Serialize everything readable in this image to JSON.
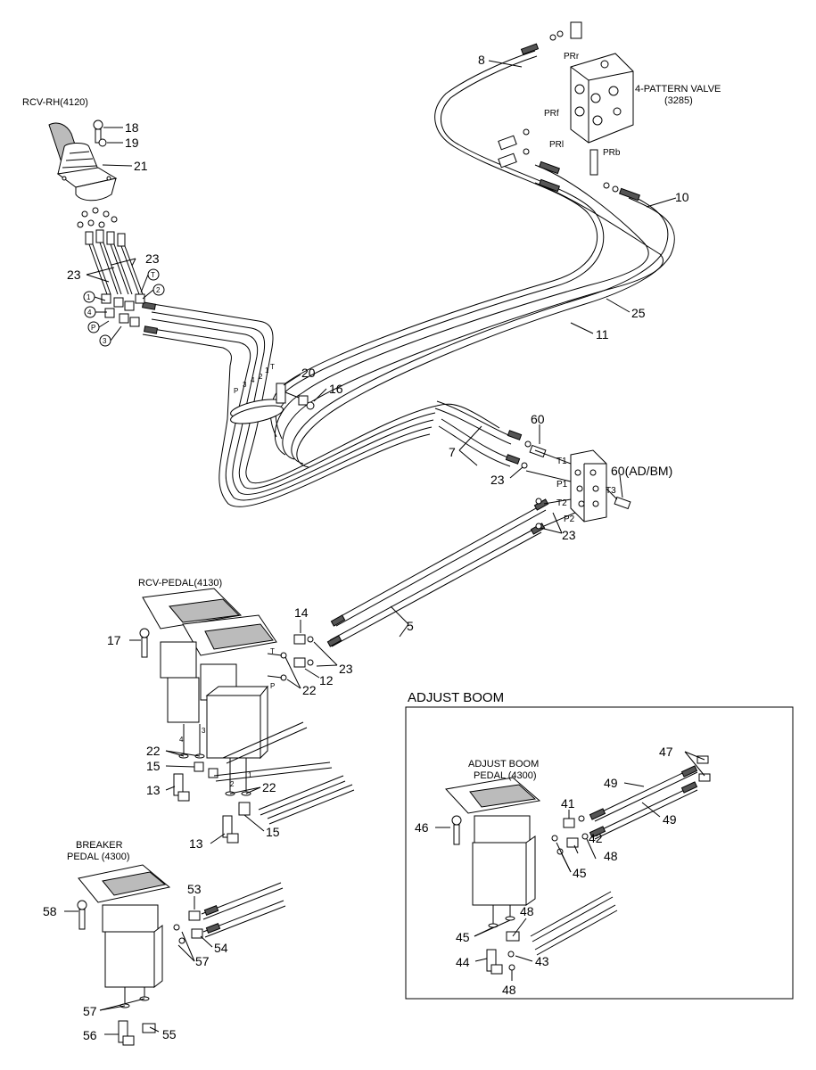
{
  "titles": {
    "rcv_rh": "RCV-RH(4120)",
    "pattern_valve_line1": "4-PATTERN VALVE",
    "pattern_valve_line2": "(3285)",
    "rcv_pedal": "RCV-PEDAL(4130)",
    "breaker_line1": "BREAKER",
    "breaker_line2": "PEDAL (4300)",
    "adjust_boom": "ADJUST BOOM",
    "adjust_pedal_line1": "ADJUST BOOM",
    "adjust_pedal_line2": "PEDAL (4300)"
  },
  "ports": {
    "prr": "PRr",
    "prf": "PRf",
    "prl": "PRl",
    "prb": "PRb",
    "t1": "T1",
    "t2": "T2",
    "t3": "T3",
    "p1": "P1",
    "p2": "P2",
    "p": "P",
    "t": "T",
    "n1": "1",
    "n2": "2",
    "n3": "3",
    "n4": "4"
  },
  "callouts": {
    "c8": "8",
    "c10": "10",
    "c11": "11",
    "c25": "25",
    "c18": "18",
    "c19": "19",
    "c21": "21",
    "c23a": "23",
    "c23b": "23",
    "c23c": "23",
    "c23d": "23",
    "c23e": "23",
    "c20": "20",
    "c16": "16",
    "c7": "7",
    "c60": "60",
    "c60ad": "60(AD/BM)",
    "c5": "5",
    "c14": "14",
    "c12": "12",
    "c17": "17",
    "c22a": "22",
    "c22b": "22",
    "c22c": "22",
    "c15a": "15",
    "c15b": "15",
    "c13a": "13",
    "c13b": "13",
    "c53": "53",
    "c54": "54",
    "c57a": "57",
    "c57b": "57",
    "c58": "58",
    "c56": "56",
    "c55": "55",
    "c47": "47",
    "c49a": "49",
    "c49b": "49",
    "c41": "41",
    "c46": "46",
    "c42": "42",
    "c48a": "48",
    "c48b": "48",
    "c48c": "48",
    "c45a": "45",
    "c45b": "45",
    "c44": "44",
    "c43": "43"
  },
  "hose_marks": {
    "m1": "1",
    "m2": "2",
    "m3": "3",
    "m4": "4",
    "mp": "P",
    "mt": "T",
    "hp1": "P",
    "ht": "T"
  }
}
